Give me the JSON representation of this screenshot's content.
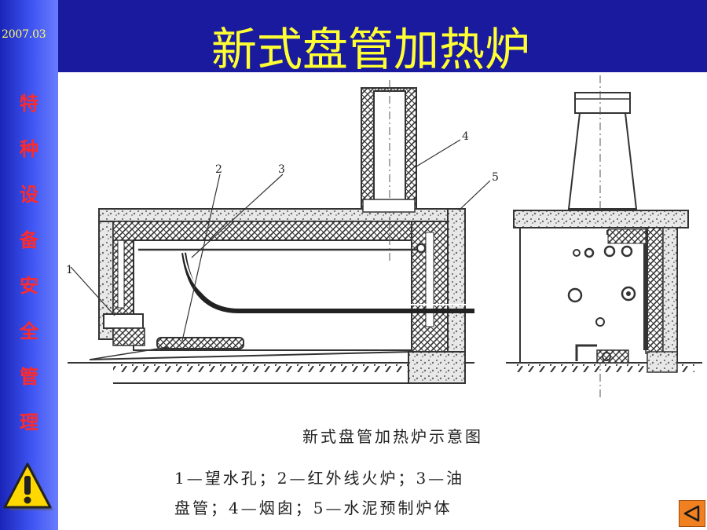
{
  "sidebar": {
    "date": "2007.03",
    "vertical_title": [
      "特",
      "种",
      "设",
      "备",
      "安",
      "全",
      "管",
      "理"
    ]
  },
  "header": {
    "title": "新式盘管加热炉"
  },
  "figure": {
    "callouts": [
      "1",
      "2",
      "3",
      "4",
      "5"
    ],
    "caption": "新式盘管加热炉示意图",
    "legend_lines": [
      "1—望水孔；2—红外线火炉；3—油",
      "盘管；4—烟囱；5—水泥预制炉体"
    ]
  },
  "icons": {
    "warning": "warning-triangle-icon",
    "nav": "previous-arrow-icon"
  },
  "colors": {
    "sidebar": "#3f55f2",
    "topbar": "#1a1a9e",
    "title": "#ffff33",
    "sidebar_text": "#ff2a2a",
    "date": "#ffff66",
    "nav_button": "#f08020"
  }
}
